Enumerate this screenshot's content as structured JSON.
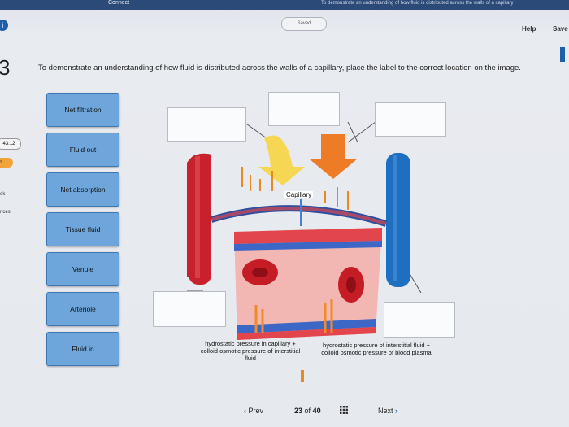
{
  "topbar": {
    "connect": "Connect",
    "title": "To demonstrate an understanding of how fluid is distributed across the walls of a capillary"
  },
  "header": {
    "saved": "Saved",
    "help": "Help",
    "save": "Save"
  },
  "question": {
    "number": "3",
    "text": "To demonstrate an understanding of how fluid is distributed across the walls of a capillary, place the label to the correct location on the image."
  },
  "sidebar": {
    "timer": "43:12",
    "status": "ed",
    "item1": "ok",
    "item2": "nces"
  },
  "labels": [
    "Net filtration",
    "Fluid out",
    "Net absorption",
    "Tissue fluid",
    "Venule",
    "Arteriole",
    "Fluid in"
  ],
  "diagram": {
    "capillary_label": "Capillary",
    "caption_left": "hydrostatic pressure in capillary + colloid osmotic pressure of interstitial fluid",
    "caption_right": "hydrostatic pressure of interstitial fluid + colloid osmotic pressure of blood plasma"
  },
  "nav": {
    "prev": "Prev",
    "current": "23",
    "of": "of",
    "total": "40",
    "next": "Next"
  }
}
